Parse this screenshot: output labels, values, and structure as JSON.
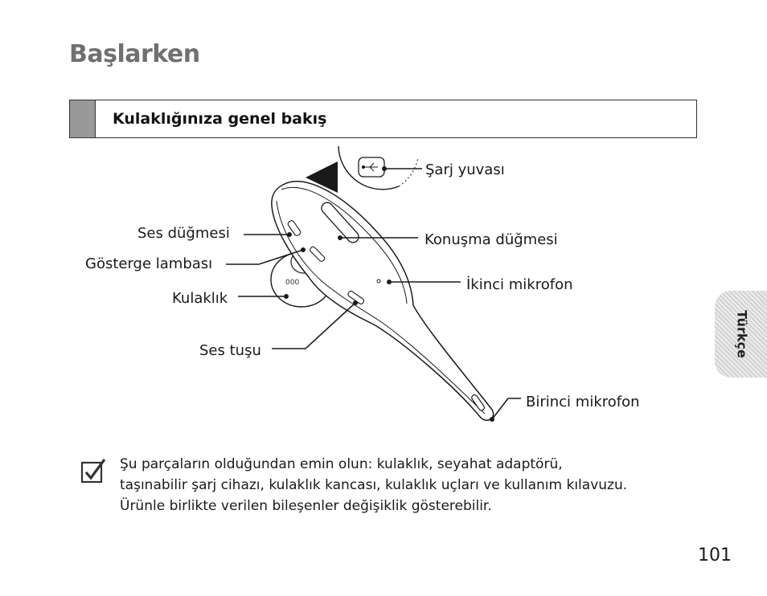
{
  "page": {
    "title": "Başlarken",
    "section_title": "Kulaklığınıza genel bakış",
    "side_tab": "Türkçe",
    "page_number": "101"
  },
  "diagram": {
    "labels": {
      "charging_port": "Şarj yuvası",
      "volume_button": "Ses düğmesi",
      "call_button": "Konuşma düğmesi",
      "indicator_light": "Gösterge lambası",
      "second_microphone": "İkinci mikrofon",
      "earpiece": "Kulaklık",
      "volume_key": "Ses tuşu",
      "first_microphone": "Birinci mikrofon"
    }
  },
  "note": {
    "icon": "checkbox-check-icon",
    "lines": [
      "Şu parçaların olduğundan emin olun: kulaklık, seyahat adaptörü,",
      "taşınabilir şarj cihazı, kulaklık kancası, kulaklık uçları ve kullanım kılavuzu.",
      "Ürünle birlikte verilen bileşenler değişiklik gösterebilir."
    ]
  }
}
